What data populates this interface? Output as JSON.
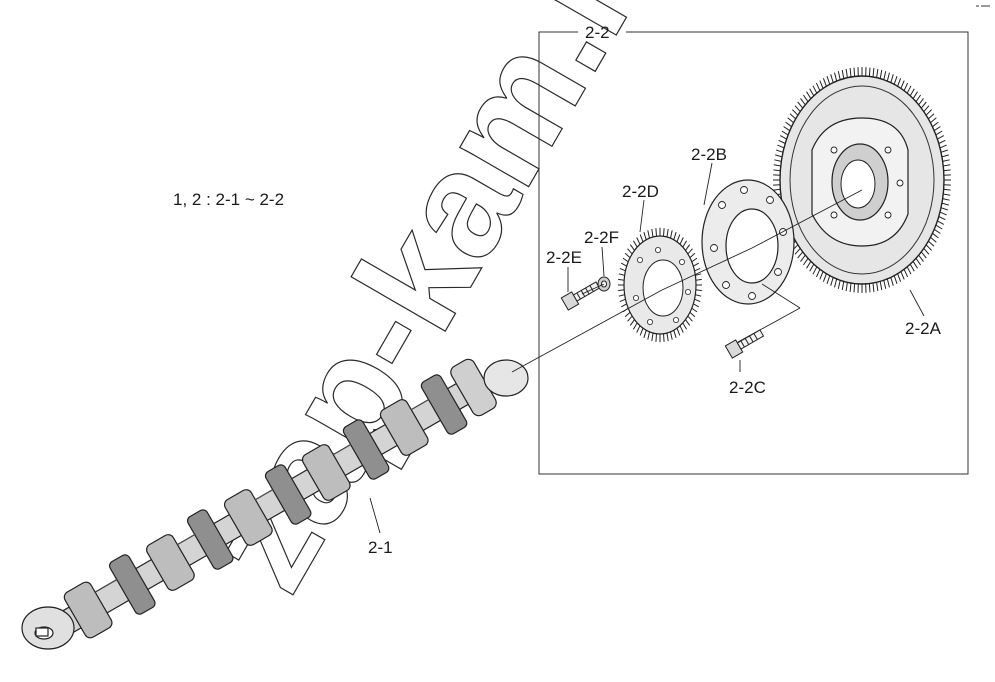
{
  "diagram": {
    "formula": "1, 2 : 2-1 ~ 2-2",
    "group_label": "2-2",
    "watermark": "zap-kam.ru",
    "parts": {
      "p2_1": "2-1",
      "p2_2A": "2-2A",
      "p2_2B": "2-2B",
      "p2_2C": "2-2C",
      "p2_2D": "2-2D",
      "p2_2E": "2-2E",
      "p2_2F": "2-2F"
    }
  }
}
